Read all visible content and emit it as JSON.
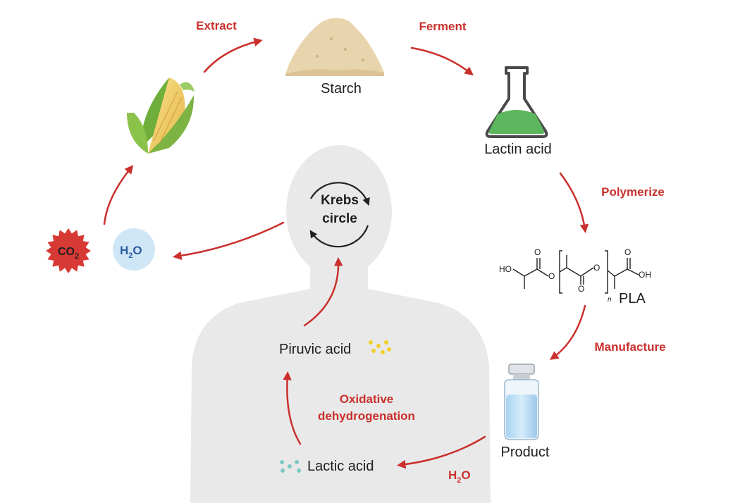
{
  "steps": {
    "extract": "Extract",
    "ferment": "Ferment",
    "polymerize": "Polymerize",
    "manufacture": "Manufacture",
    "oxidative_line1": "Oxidative",
    "oxidative_line2": "dehydrogenation"
  },
  "nodes": {
    "starch": "Starch",
    "lactin_acid": "Lactin acid",
    "pla": "PLA",
    "product": "Product",
    "lactic_acid": "Lactic acid",
    "piruvic_acid": "Piruvic acid",
    "krebs_line1": "Krebs",
    "krebs_line2": "circle"
  },
  "molecules": {
    "co2_main": "CO",
    "co2_sub": "2",
    "h2o_h": "H",
    "h2o_sub": "2",
    "h2o_o": "O"
  },
  "pla_structure": {
    "ho": "HO",
    "oh": "OH",
    "o1": "O",
    "o2": "O",
    "o3": "O",
    "o4": "O",
    "o5": "O",
    "n": "n"
  },
  "colors": {
    "accent_red": "#c9302c",
    "body_gray": "#e9e9e9",
    "flask_green": "#5bb65d",
    "water_blue": "#cfe6f7",
    "co2_red": "#d73a34",
    "lactic_dots": "#7ec9c3",
    "piruvic_dots": "#f2cf2a"
  }
}
